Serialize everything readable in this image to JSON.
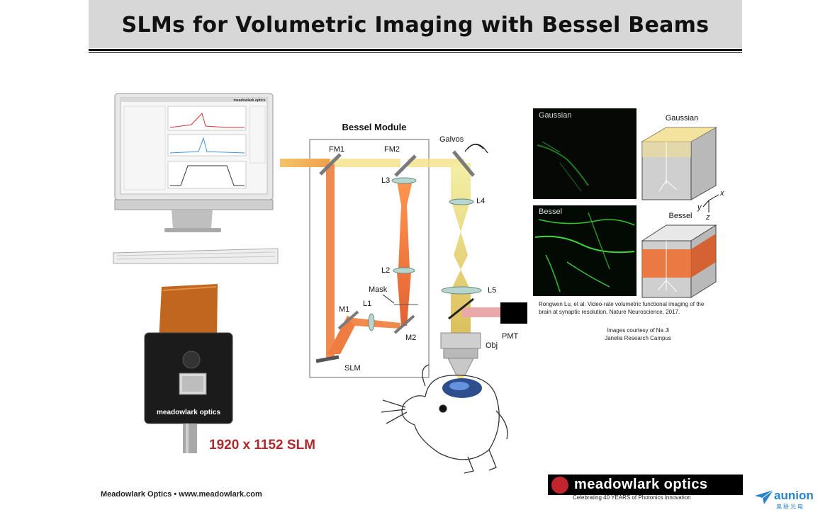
{
  "title": "SLMs for Volumetric Imaging with Bessel Beams",
  "module_title": "Bessel Module",
  "optics": {
    "fm1": "FM1",
    "fm2": "FM2",
    "galvos": "Galvos",
    "l1": "L1",
    "l2": "L2",
    "l3": "L3",
    "l4": "L4",
    "l5": "L5",
    "m1": "M1",
    "m2": "M2",
    "mask": "Mask",
    "slm": "SLM",
    "pmt": "PMT",
    "obj": "Obj"
  },
  "panels": {
    "gaussian_img": "Gaussian",
    "gaussian_box": "Gaussian",
    "bessel_img": "Bessel",
    "bessel_box": "Bessel",
    "axis_x": "x",
    "axis_y": "y",
    "axis_z": "z"
  },
  "citation": "Rongwen Lu, et al. Video-rate volumetric functional imaging of the brain at synaptic resolution. Nature Neuroscience, 2017.",
  "courtesy_line1": "Images courtesy of Na Ji",
  "courtesy_line2": "Janelia Research Campus",
  "slm_size": "1920 x 1152 SLM",
  "slm_brand": "meadowlark optics",
  "monitor_brand": "meadowlark optics",
  "footer": "Meadowlark Optics • www.meadowlark.com",
  "brand": {
    "name": "meadowlark optics",
    "tagline": "Celebrating 40 YEARS of Photonics Innovation"
  },
  "watermark": {
    "name": "aunion",
    "sub": "奥联光电"
  },
  "colors": {
    "beam_orange": "#ee7b3f",
    "beam_yellow": "#f3d36a",
    "brand_red": "#b0282b",
    "pmt_pink": "#e9a9a9"
  }
}
